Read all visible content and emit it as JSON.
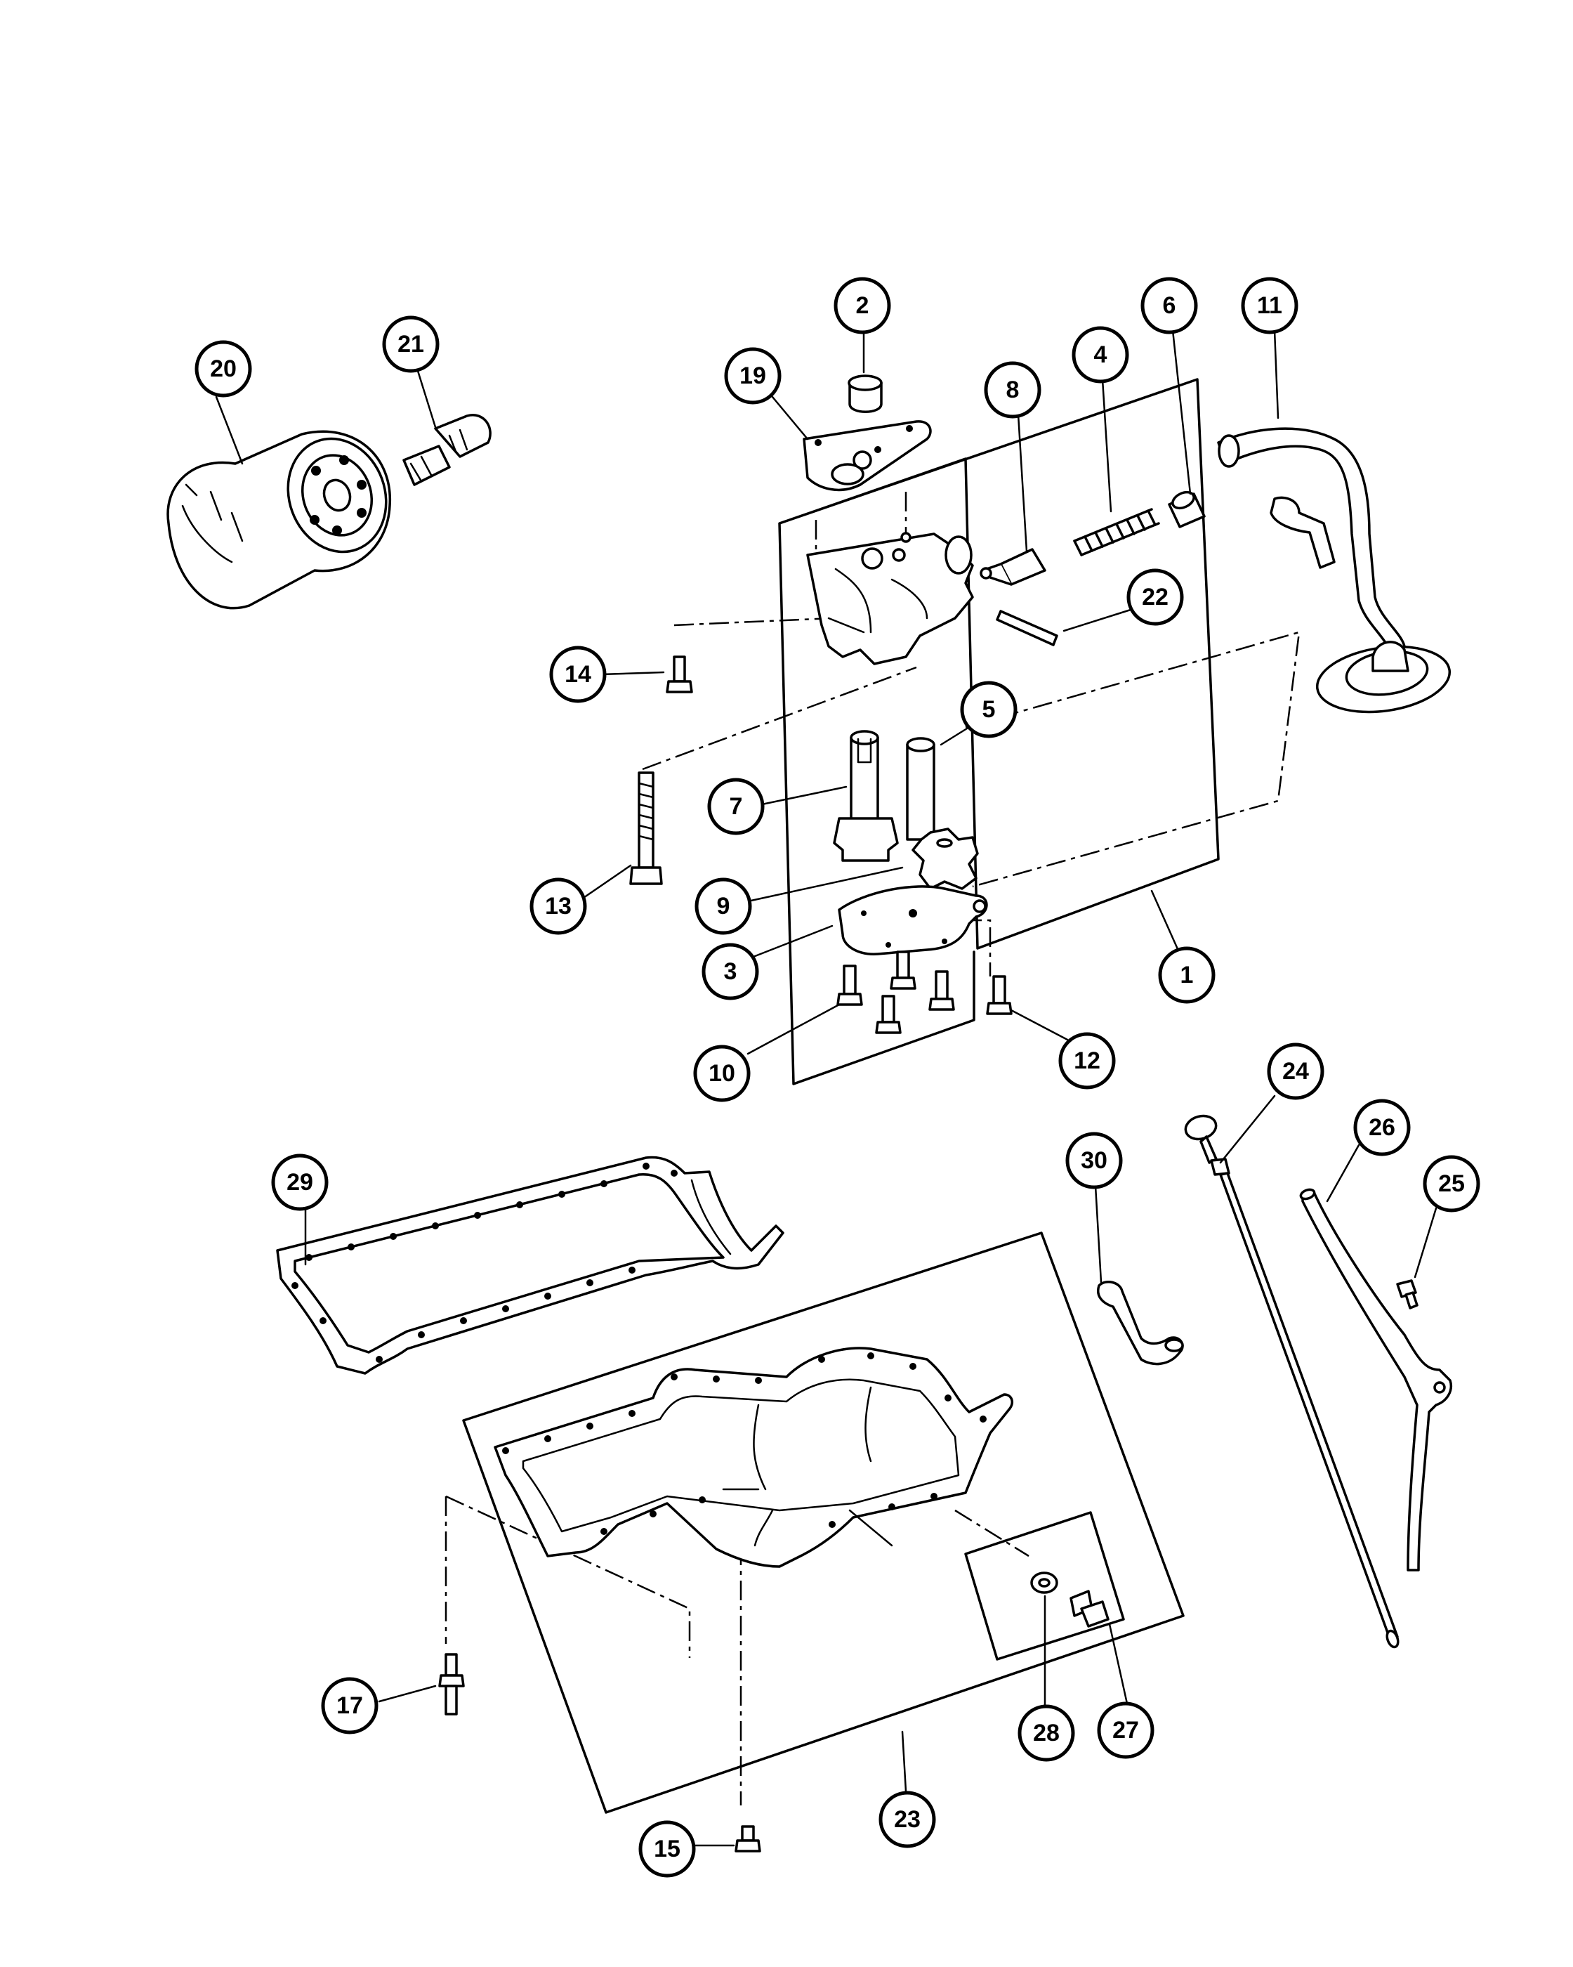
{
  "callouts": {
    "c1": "1",
    "c2": "2",
    "c3": "3",
    "c4": "4",
    "c5": "5",
    "c6": "6",
    "c7": "7",
    "c8": "8",
    "c9": "9",
    "c10": "10",
    "c11": "11",
    "c12": "12",
    "c13": "13",
    "c14": "14",
    "c15": "15",
    "c17": "17",
    "c19": "19",
    "c20": "20",
    "c21": "21",
    "c22": "22",
    "c23": "23",
    "c24": "24",
    "c25": "25",
    "c26": "26",
    "c27": "27",
    "c28": "28",
    "c29": "29",
    "c30": "30"
  }
}
